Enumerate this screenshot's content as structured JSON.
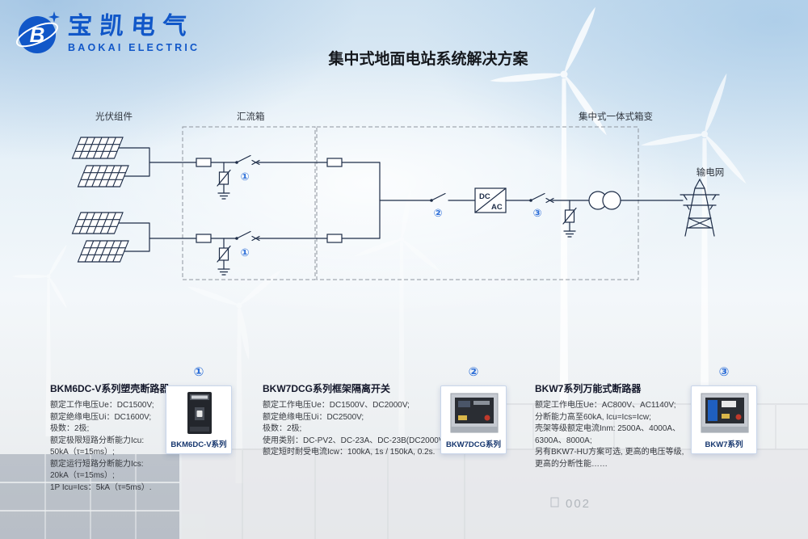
{
  "colors": {
    "brand": "#1157c8",
    "marker": "#2e6fd8",
    "line": "#1d2c47",
    "title-ink": "#15181d"
  },
  "logo": {
    "brand_cn": "宝凯电气",
    "brand_en": "BAOKAI ELECTRIC",
    "emblem_letter": "B"
  },
  "page_title": "集中式地面电站系统解决方案",
  "diagram": {
    "pv_label": "光伏组件",
    "combiner_label": "汇流箱",
    "station_label": "集中式一体式箱变",
    "grid_label": "输电网",
    "inverter_dc": "DC",
    "inverter_ac": "AC",
    "markers": {
      "m1": "①",
      "m2": "②",
      "m3": "③"
    }
  },
  "products": [
    {
      "marker": "①",
      "title": "BKM6DC-V系列塑壳断路器",
      "caption": "BKM6DC-V系列",
      "specs": [
        "额定工作电压Ue：DC1500V;",
        "额定绝缘电压Ui：DC1600V;",
        "极数：2极;",
        "额定极限短路分断能力Icu:",
        "50kA（τ=15ms）;",
        "额定运行短路分断能力Ics:",
        "20kA（τ=15ms）;",
        "1P Icu=Ics：5kA（τ=5ms）."
      ]
    },
    {
      "marker": "②",
      "title": "BKW7DCG系列框架隔离开关",
      "caption": "BKW7DCG系列",
      "specs": [
        "额定工作电压Ue：DC1500V、DC2000V;",
        "额定绝缘电压Ui：DC2500V;",
        "极数：2极;",
        "使用类别：DC-PV2、DC-23A、DC-23B(DC2000V);",
        "额定短时耐受电流Icw：100kA, 1s / 150kA, 0.2s."
      ]
    },
    {
      "marker": "③",
      "title": "BKW7系列万能式断路器",
      "caption": "BKW7系列",
      "specs": [
        "额定工作电压Ue：AC800V、AC1140V;",
        "分断能力高至60kA, Icu=Ics=Icw;",
        "壳架等级额定电流Inm: 2500A、4000A、",
        "6300A、8000A;",
        "另有BKW7-HU方案可选, 更高的电压等级,",
        "更高的分断性能……"
      ]
    }
  ],
  "background": {
    "container_text": "002"
  }
}
